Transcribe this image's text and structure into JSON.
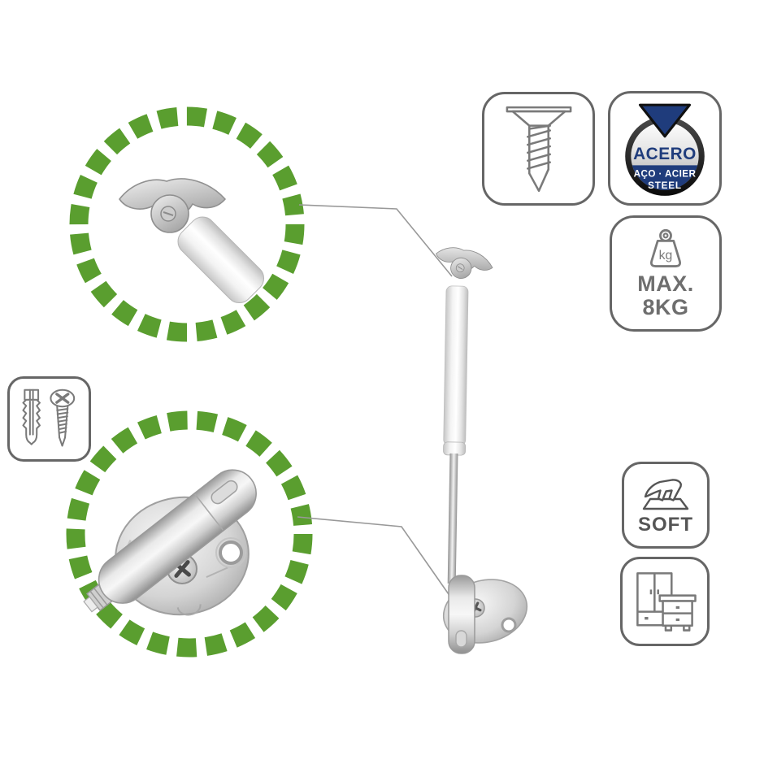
{
  "image": {
    "type": "product-infographic",
    "background": "#ffffff"
  },
  "colors": {
    "accent_green": "#5a9e2f",
    "navy": "#1f3c7c",
    "badge_border": "#666666",
    "icon_stroke": "#7a7a7a",
    "label_gray": "#6e6e6e",
    "soft_gray": "#555555",
    "connector_gray": "#999999"
  },
  "product": {
    "name": "gas-strut-soft-close-lid-stay"
  },
  "callouts": {
    "top": {
      "name": "upper-bracket-detail"
    },
    "bottom": {
      "name": "piston-mount-detail"
    }
  },
  "badges": {
    "screw": {
      "icon": "screw-icon"
    },
    "steel": {
      "icon": "steel-badge",
      "title": "ACERO",
      "subtitle": "AÇO · ACIER",
      "subtitle2": "STEEL"
    },
    "max_weight": {
      "icon": "weight-kg-icon",
      "unit": "kg",
      "line1": "MAX.",
      "line2": "8KG"
    },
    "soft": {
      "icon": "soft-close-hand-icon",
      "label": "SOFT"
    },
    "furniture": {
      "icon": "furniture-icon"
    },
    "fixings": {
      "icon": "wallplug-and-screw-icon"
    }
  }
}
